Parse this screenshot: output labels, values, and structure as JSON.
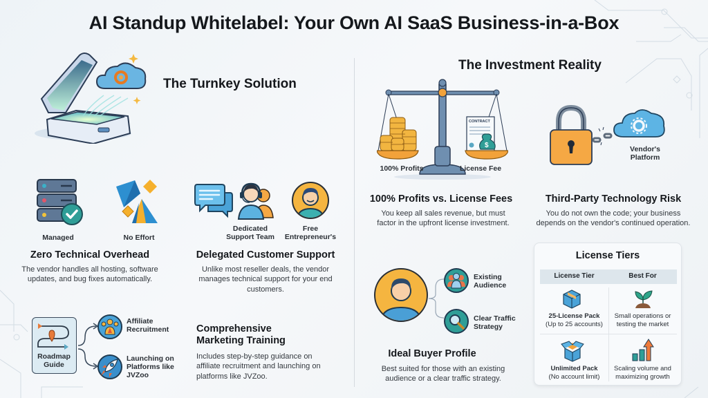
{
  "title": "AI Standup Whitelabel: Your Own AI SaaS Business-in-a-Box",
  "left": {
    "section_title": "The Turnkey Solution",
    "icons": {
      "managed": "Managed",
      "no_effort": "No Effort",
      "support_team_1": "Dedicated",
      "support_team_2": "Support Team",
      "free_1": "Free",
      "free_2": "Entrepreneur's",
      "roadmap_1": "Roadmap",
      "roadmap_2": "Guide",
      "affiliate_1": "Affiliate",
      "affiliate_2": "Recruitment",
      "launch_1": "Launching on",
      "launch_2": "Platforms like",
      "launch_3": "JVZoo"
    },
    "zero_overhead": {
      "heading": "Zero Technical Overhead",
      "line1": "The vendor handles all hosting, software",
      "line2": "updates, and bug fixes automatically."
    },
    "support": {
      "heading": "Delegated Customer Support",
      "line1": "Unlike most reseller deals, the vendor",
      "line2": "manages technical support for your end",
      "line3": "customers."
    },
    "training": {
      "heading1": "Comprehensive",
      "heading2": "Marketing Training",
      "line1": "Includes step-by-step guidance on",
      "line2": "affiliate recruitment and launching on",
      "line3": "platforms like JVZoo."
    }
  },
  "right": {
    "section_title": "The Investment Reality",
    "scale": {
      "left_label": "100% Profits",
      "right_label": "License Fee",
      "contract_text": "CONTRACT"
    },
    "profits": {
      "heading": "100% Profits vs. License Fees",
      "line1": "You keep all sales revenue, but must",
      "line2": "factor in the upfront license investment."
    },
    "risk": {
      "vendor_1": "Vendor's",
      "vendor_2": "Platform",
      "heading": "Third-Party Technology Risk",
      "line1": "You do not own the code; your business",
      "line2": "depends on the vendor's continued operation."
    },
    "buyer": {
      "audience_1": "Existing",
      "audience_2": "Audience",
      "traffic_1": "Clear Traffic",
      "traffic_2": "Strategy",
      "heading": "Ideal Buyer Profile",
      "line1": "Best suited for those with an existing",
      "line2": "audience or a clear traffic strategy."
    },
    "license_table": {
      "title": "License Tiers",
      "columns": [
        "License Tier",
        "Best For"
      ],
      "rows": [
        {
          "tier": "25-License Pack",
          "tier_sub": "(Up to 25 accounts)",
          "best_1": "Small operations or",
          "best_2": "testing the market",
          "tier_icon": "box-icon",
          "best_icon": "sprout-icon"
        },
        {
          "tier": "Unlimited Pack",
          "tier_sub": "(No account limit)",
          "best_1": "Scaling volume and",
          "best_2": "maximizing growth",
          "tier_icon": "open-box-icon",
          "best_icon": "growth-chart-icon"
        }
      ]
    }
  },
  "colors": {
    "background": "#f2f5f8",
    "text": "#15181c",
    "accent_blue": "#4a9fd6",
    "accent_orange": "#f2a23a",
    "accent_teal": "#2f9e97",
    "divider": "#d4d9de"
  }
}
